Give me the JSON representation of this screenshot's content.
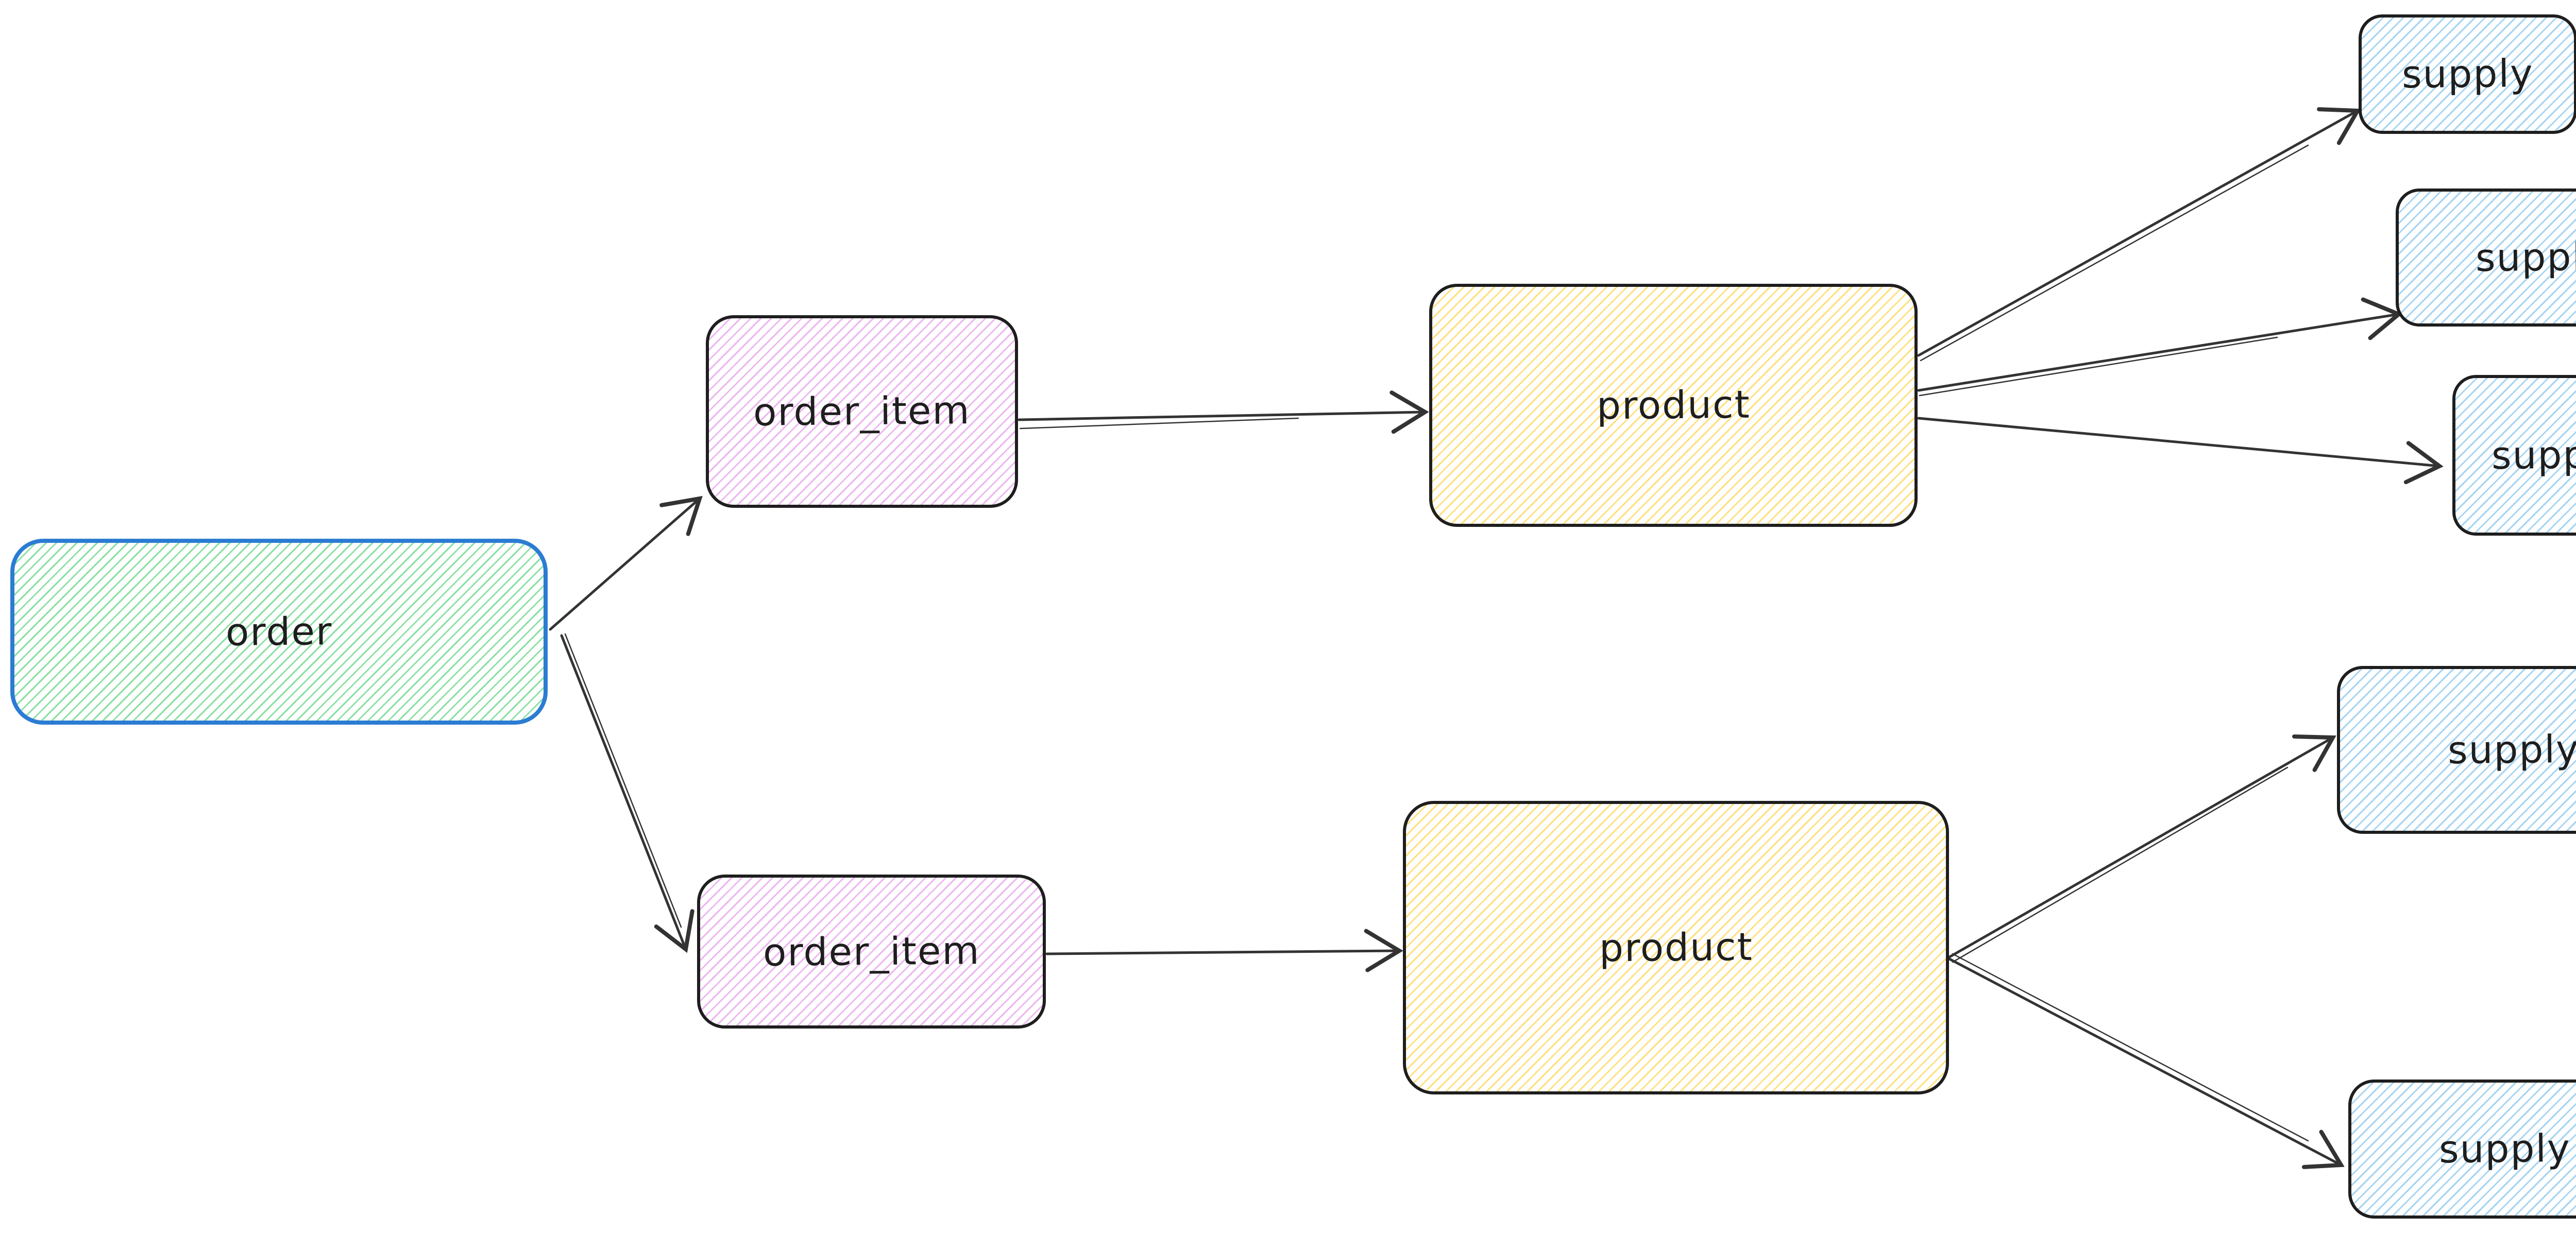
{
  "canvas": {
    "type": "flowchart-diagram",
    "background": "#ffffff"
  },
  "palette": {
    "box_stroke": "#1e1e1e",
    "order_box_stroke": "#2b7cd3",
    "arrow_color": "#333333",
    "order_hatch": "#8be0a3",
    "order_item_hatch": "#ecb7f0",
    "product_hatch": "#ffe07f",
    "supply_hatch": "#a6d4f2",
    "label_color": "#1e1e1e"
  },
  "nodes": [
    {
      "id": "order",
      "label": "order"
    },
    {
      "id": "order_item_1",
      "label": "order_item"
    },
    {
      "id": "order_item_2",
      "label": "order_item"
    },
    {
      "id": "product_1",
      "label": "product"
    },
    {
      "id": "product_2",
      "label": "product"
    },
    {
      "id": "supply_1",
      "label": "supply"
    },
    {
      "id": "supply_2",
      "label": "supply"
    },
    {
      "id": "supply_3",
      "label": "supply"
    },
    {
      "id": "supply_4",
      "label": "supply"
    },
    {
      "id": "supply_5",
      "label": "supply"
    }
  ],
  "edges": [
    {
      "from": "order",
      "to": "order_item_1"
    },
    {
      "from": "order",
      "to": "order_item_2"
    },
    {
      "from": "order_item_1",
      "to": "product_1"
    },
    {
      "from": "product_1",
      "to": "supply_1"
    },
    {
      "from": "product_1",
      "to": "supply_2"
    },
    {
      "from": "product_1",
      "to": "supply_3"
    },
    {
      "from": "order_item_2",
      "to": "product_2"
    },
    {
      "from": "product_2",
      "to": "supply_4"
    },
    {
      "from": "product_2",
      "to": "supply_5"
    }
  ]
}
